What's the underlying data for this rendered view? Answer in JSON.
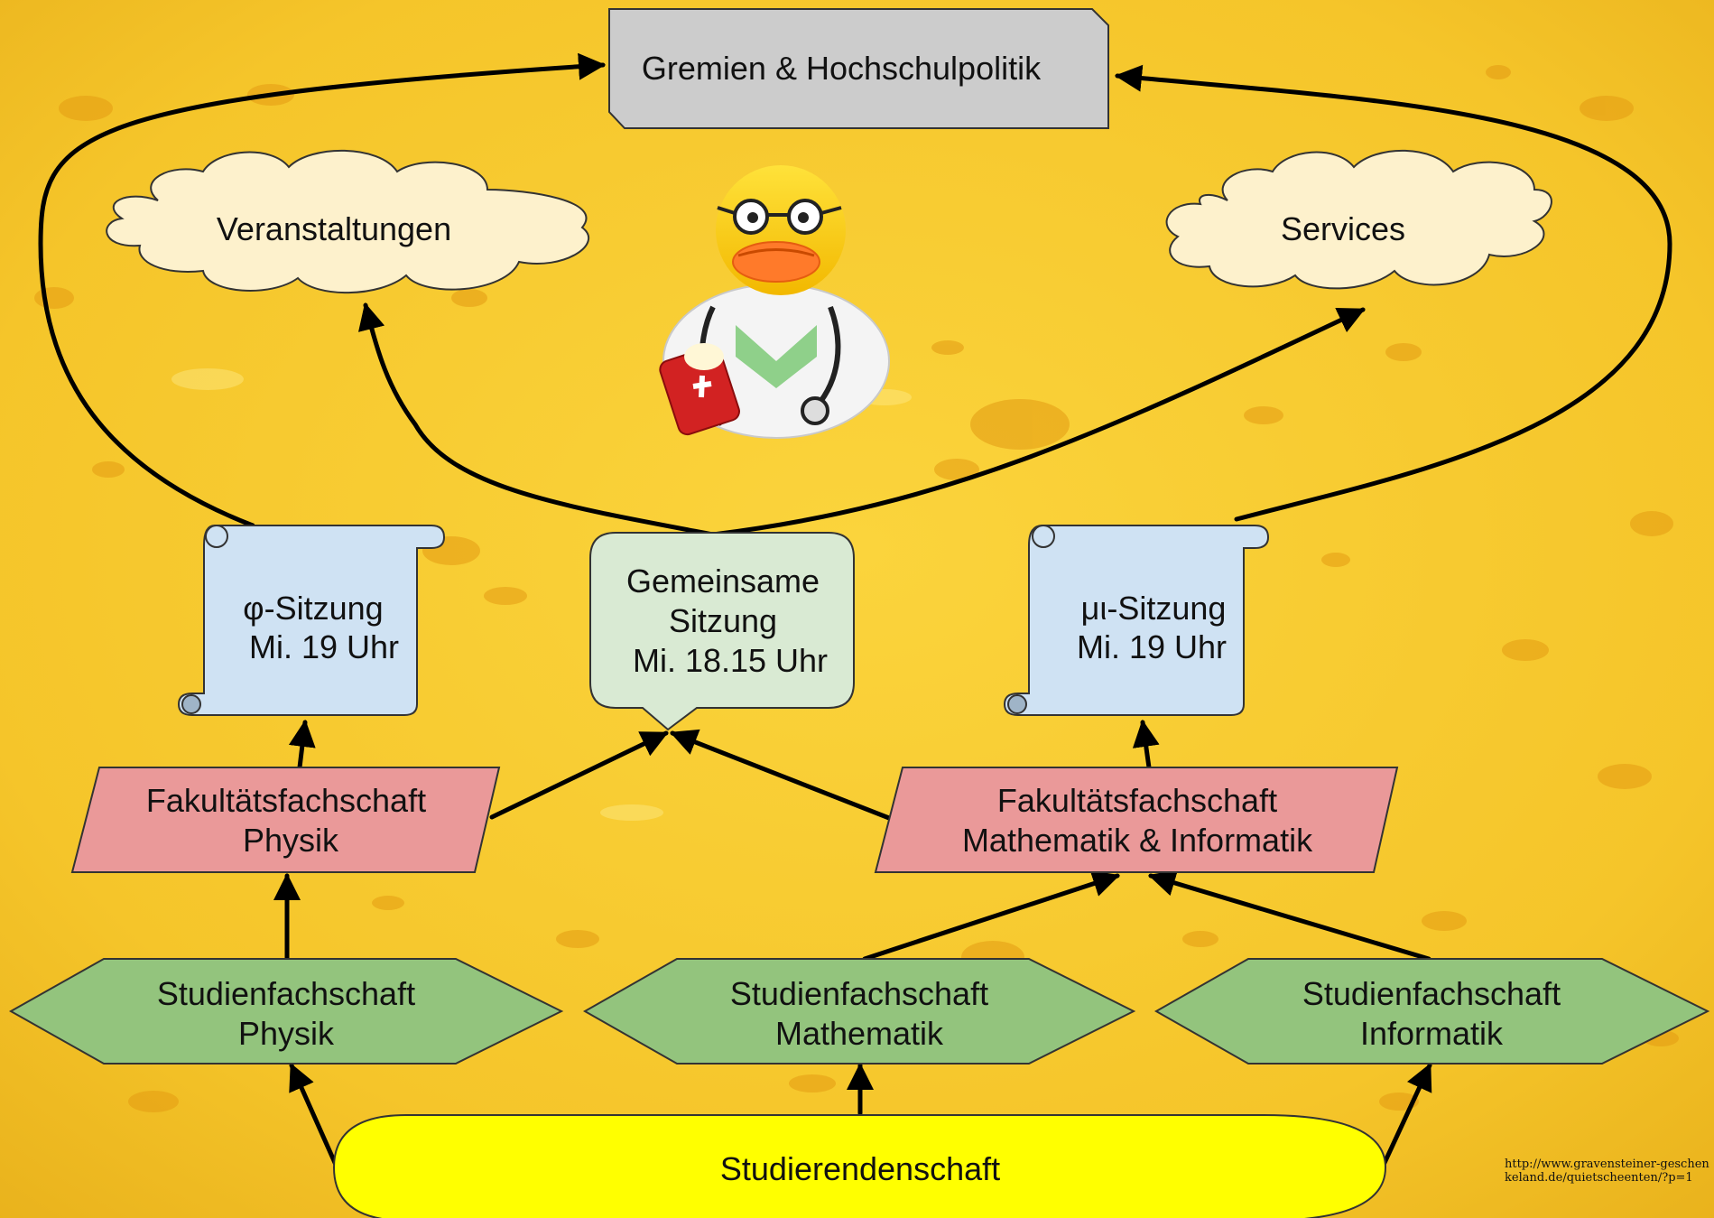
{
  "nodes": {
    "gremien": "Gremien & Hochschulpolitik",
    "veranstaltungen": "Veranstaltungen",
    "services": "Services",
    "phi_sitzung": [
      "φ-Sitzung",
      "Mi. 19 Uhr"
    ],
    "gemeinsame_sitzung": [
      "Gemeinsame",
      "Sitzung",
      "Mi. 18.15 Uhr"
    ],
    "mi_sitzung": [
      "μι-Sitzung",
      "Mi. 19 Uhr"
    ],
    "ff_physik": [
      "Fakultätsfachschaft",
      "Physik"
    ],
    "ff_mathinf": [
      "Fakultätsfachschaft",
      "Mathematik & Informatik"
    ],
    "sf_physik": [
      "Studienfachschaft",
      "Physik"
    ],
    "sf_mathe": [
      "Studienfachschaft",
      "Mathematik"
    ],
    "sf_inf": [
      "Studienfachschaft",
      "Informatik"
    ],
    "studierendenschaft": "Studierendenschaft"
  },
  "credit": "http://www.gravensteiner-geschenkeland.de/quietscheenten/?p=1",
  "colors": {
    "background": "#f5c52a",
    "gremien_fill": "#cccccc",
    "cloud_fill": "#fdf1cc",
    "scroll_fill": "#cfe2f3",
    "callout_fill": "#d9ead3",
    "faculty_fill": "#ea9999",
    "hexagon_fill": "#93c47d",
    "ellipse_fill": "#ffff00",
    "edge": "#000000"
  },
  "image": "rubber-duck-doctor"
}
